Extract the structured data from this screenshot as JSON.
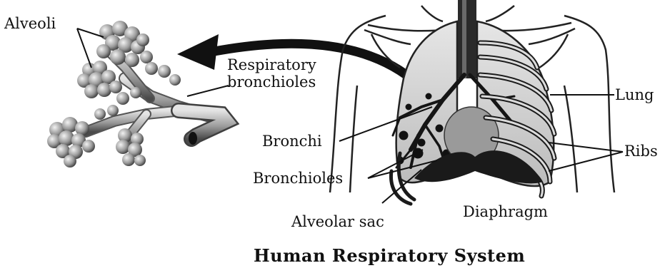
{
  "title": "Human Respiratory System",
  "labels": {
    "alveoli": "Alveoli",
    "respiratory_bronchioles": "Respiratory bronchioles",
    "respiratory_bronchioles_line1": "Respiratory",
    "respiratory_bronchioles_line2": "bronchioles",
    "lung": "Lung",
    "bronchi": "Bronchi",
    "ribs": "Ribs",
    "bronchioles": "Bronchioles",
    "diaphragm": "Diaphragm",
    "alveolar_sac": "Alveolar sac"
  },
  "colors": {
    "ink": "#111111",
    "tissue_dark": "#3a3a3a",
    "tissue_mid": "#8a8a8a",
    "tissue_light": "#d6d6d6"
  }
}
